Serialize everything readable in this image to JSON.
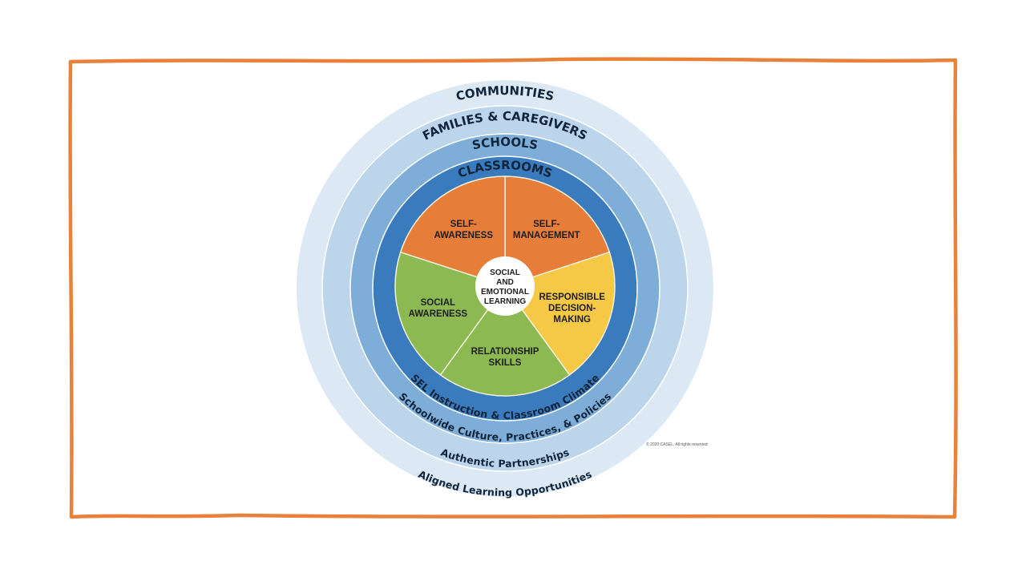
{
  "colors": {
    "frame": "#e8813a",
    "ring_communities": "#dce9f4",
    "ring_families": "#bcd5ea",
    "ring_schools": "#7eaed8",
    "ring_classrooms": "#3a7bbd",
    "segment_orange": "#e67e3a",
    "segment_yellow": "#f5c945",
    "segment_green": "#8cb952",
    "center": "#ffffff"
  },
  "rings": {
    "communities": {
      "top": "COMMUNITIES",
      "bottom": "Aligned Learning Opportunities"
    },
    "families": {
      "top": "FAMILIES & CAREGIVERS",
      "bottom": "Authentic Partnerships"
    },
    "schools": {
      "top": "SCHOOLS",
      "bottom": "Schoolwide Culture, Practices, & Policies"
    },
    "classrooms": {
      "top": "CLASSROOMS",
      "bottom": "SEL Instruction & Classroom Climate"
    }
  },
  "segments": [
    {
      "lines": [
        "SELF-",
        "MANAGEMENT"
      ],
      "color": "segment_orange"
    },
    {
      "lines": [
        "RESPONSIBLE",
        "DECISION-",
        "MAKING"
      ],
      "color": "segment_yellow"
    },
    {
      "lines": [
        "RELATIONSHIP",
        "SKILLS"
      ],
      "color": "segment_green"
    },
    {
      "lines": [
        "SOCIAL",
        "AWARENESS"
      ],
      "color": "segment_green"
    },
    {
      "lines": [
        "SELF-",
        "AWARENESS"
      ],
      "color": "segment_orange"
    }
  ],
  "center": {
    "lines": [
      "SOCIAL",
      "AND",
      "EMOTIONAL",
      "LEARNING"
    ]
  },
  "copyright": "© 2020 CASEL. All rights reserved"
}
